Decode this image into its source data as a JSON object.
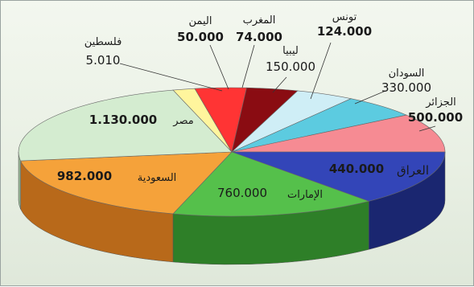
{
  "chart_data": {
    "type": "pie",
    "title": "",
    "slices": [
      {
        "label": "فلسطين",
        "value": "5.010",
        "numeric": 5.01,
        "color": "#fff59d",
        "dark": "#c9bf5a"
      },
      {
        "label": "اليمن",
        "value": "50.000",
        "numeric": 50.0,
        "color": "#ff3434",
        "dark": "#a81515"
      },
      {
        "label": "المغرب",
        "value": "74.000",
        "numeric": 74.0,
        "color": "#8a0c12",
        "dark": "#4a0508"
      },
      {
        "label": "ليبيا",
        "value": "150.000",
        "numeric": 150.0,
        "color": "#cfeef6",
        "dark": "#8db9c6"
      },
      {
        "label": "تونس",
        "value": "124.000",
        "numeric": 124.0,
        "color": "#5ccbe0",
        "dark": "#2b8ba0"
      },
      {
        "label": "السودان",
        "value": "330.000",
        "numeric": 330.0,
        "color": "#f68b93",
        "dark": "#b45058"
      },
      {
        "label": "الجزائر",
        "value": "500.000",
        "numeric": 500.0,
        "color": "#3345b8",
        "dark": "#1a2670"
      },
      {
        "label": "العراق",
        "value": "440.000",
        "numeric": 440.0,
        "color": "#55c04b",
        "dark": "#2e7f28"
      },
      {
        "label": "الإمارات",
        "value": "760.000",
        "numeric": 760.0,
        "color": "#f5a23a",
        "dark": "#b8691a"
      },
      {
        "label": "السعودية",
        "value": "982.000",
        "numeric": 982.0,
        "color": "#d4ecd0",
        "dark": "#98b594"
      },
      {
        "label": "مصر",
        "value": "1.130.000",
        "numeric": 1130.0,
        "color": "#d4ecd0",
        "dark": "#98b594"
      }
    ]
  },
  "labels": {
    "palestine": {
      "name": "فلسطين",
      "value": "5.010"
    },
    "yemen": {
      "name": "اليمن",
      "value": "50.000"
    },
    "morocco": {
      "name": "المغرب",
      "value": "74.000"
    },
    "libya": {
      "name": "ليبيا",
      "value": "150.000"
    },
    "tunisia": {
      "name": "تونس",
      "value": "124.000"
    },
    "sudan": {
      "name": "السودان",
      "value": "330.000"
    },
    "algeria": {
      "name": "الجزائر",
      "value": "500.000"
    },
    "iraq": {
      "name": "العراق",
      "value": "440.000"
    },
    "uae": {
      "name": "الإمارات",
      "value": "760.000"
    },
    "saudi": {
      "name": "السعودية",
      "value": "982.000"
    },
    "egypt": {
      "name": "مصر",
      "value": "1.130.000"
    }
  }
}
